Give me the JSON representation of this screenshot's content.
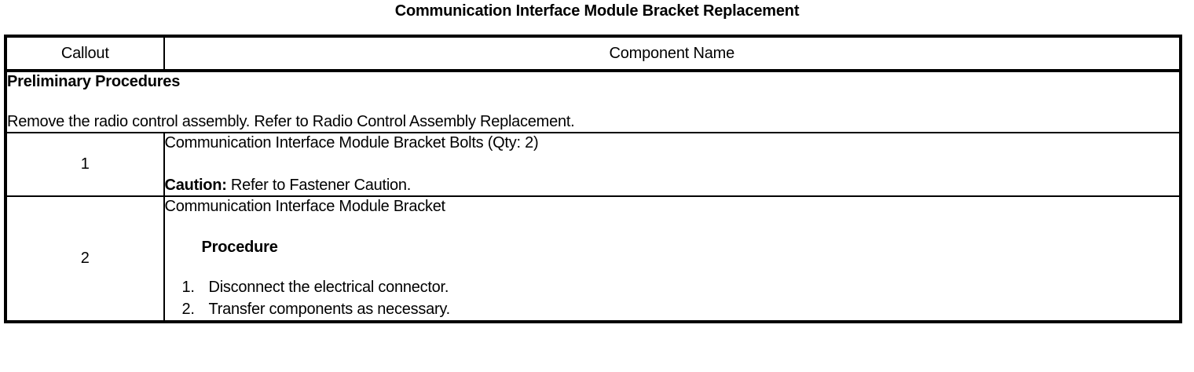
{
  "document": {
    "title": "Communication Interface Module Bracket Replacement"
  },
  "table": {
    "headers": {
      "callout": "Callout",
      "component_name": "Component Name"
    },
    "preliminary": {
      "heading": "Preliminary Procedures",
      "text": "Remove the radio control assembly. Refer to Radio Control Assembly Replacement."
    },
    "rows": [
      {
        "callout": "1",
        "name": "Communication Interface Module Bracket Bolts (Qty: 2)",
        "note_label": "Caution:",
        "note_text": " Refer to Fastener Caution."
      },
      {
        "callout": "2",
        "name": "Communication Interface Module Bracket",
        "procedure_heading": "Procedure",
        "steps": [
          {
            "num": "1.",
            "text": "Disconnect the electrical connector."
          },
          {
            "num": "2.",
            "text": "Transfer components as necessary."
          }
        ]
      }
    ]
  }
}
